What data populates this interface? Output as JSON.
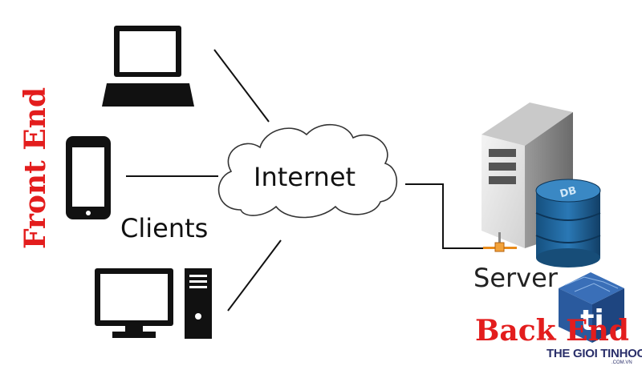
{
  "labels": {
    "front_end": "Front End",
    "clients": "Clients",
    "internet": "Internet",
    "server": "Server",
    "back_end": "Back End",
    "db": "DB"
  },
  "logo": {
    "brand": "THE GIOI TINHOC",
    "sub": ".COM.VN",
    "letters": "ti"
  },
  "colors": {
    "front_end": "#e31d1d",
    "back_end": "#e31d1d",
    "db_blue": "#1d5e94",
    "logo_blue": "#2a5a9e",
    "logo_dark": "#2a2f6a",
    "connector": "#e88a1a"
  },
  "icons": [
    "laptop-icon",
    "smartphone-icon",
    "desktop-computer-icon",
    "cloud-icon",
    "server-tower-icon",
    "database-icon",
    "network-connector-icon",
    "brand-logo-icon"
  ]
}
